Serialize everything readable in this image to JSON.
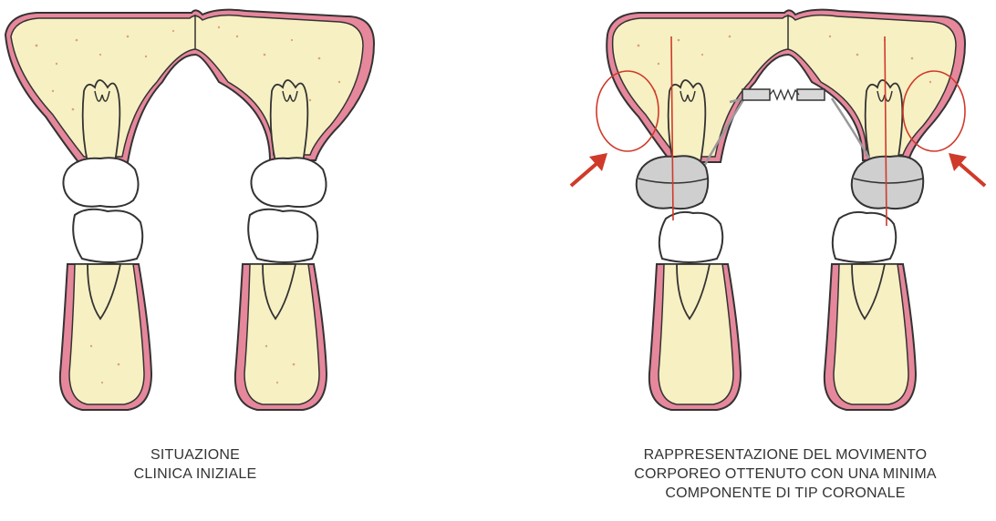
{
  "figure": {
    "left_panel": {
      "caption": [
        "SITUAZIONE",
        "CLINICA INIZIALE"
      ]
    },
    "right_panel": {
      "caption": [
        "RAPPRESENTAZIONE DEL MOVIMENTO",
        "CORPOREO OTTENUTO CON UNA MINIMA",
        "COMPONENTE DI TIP CORONALE"
      ]
    }
  },
  "colors": {
    "gum": "#e6879c",
    "bone": "#f7f0c2",
    "outline": "#333333",
    "tooth": "#ffffff",
    "band": "#cfcfcf",
    "marker": "#d03a2a",
    "caption_text": "#333333"
  }
}
